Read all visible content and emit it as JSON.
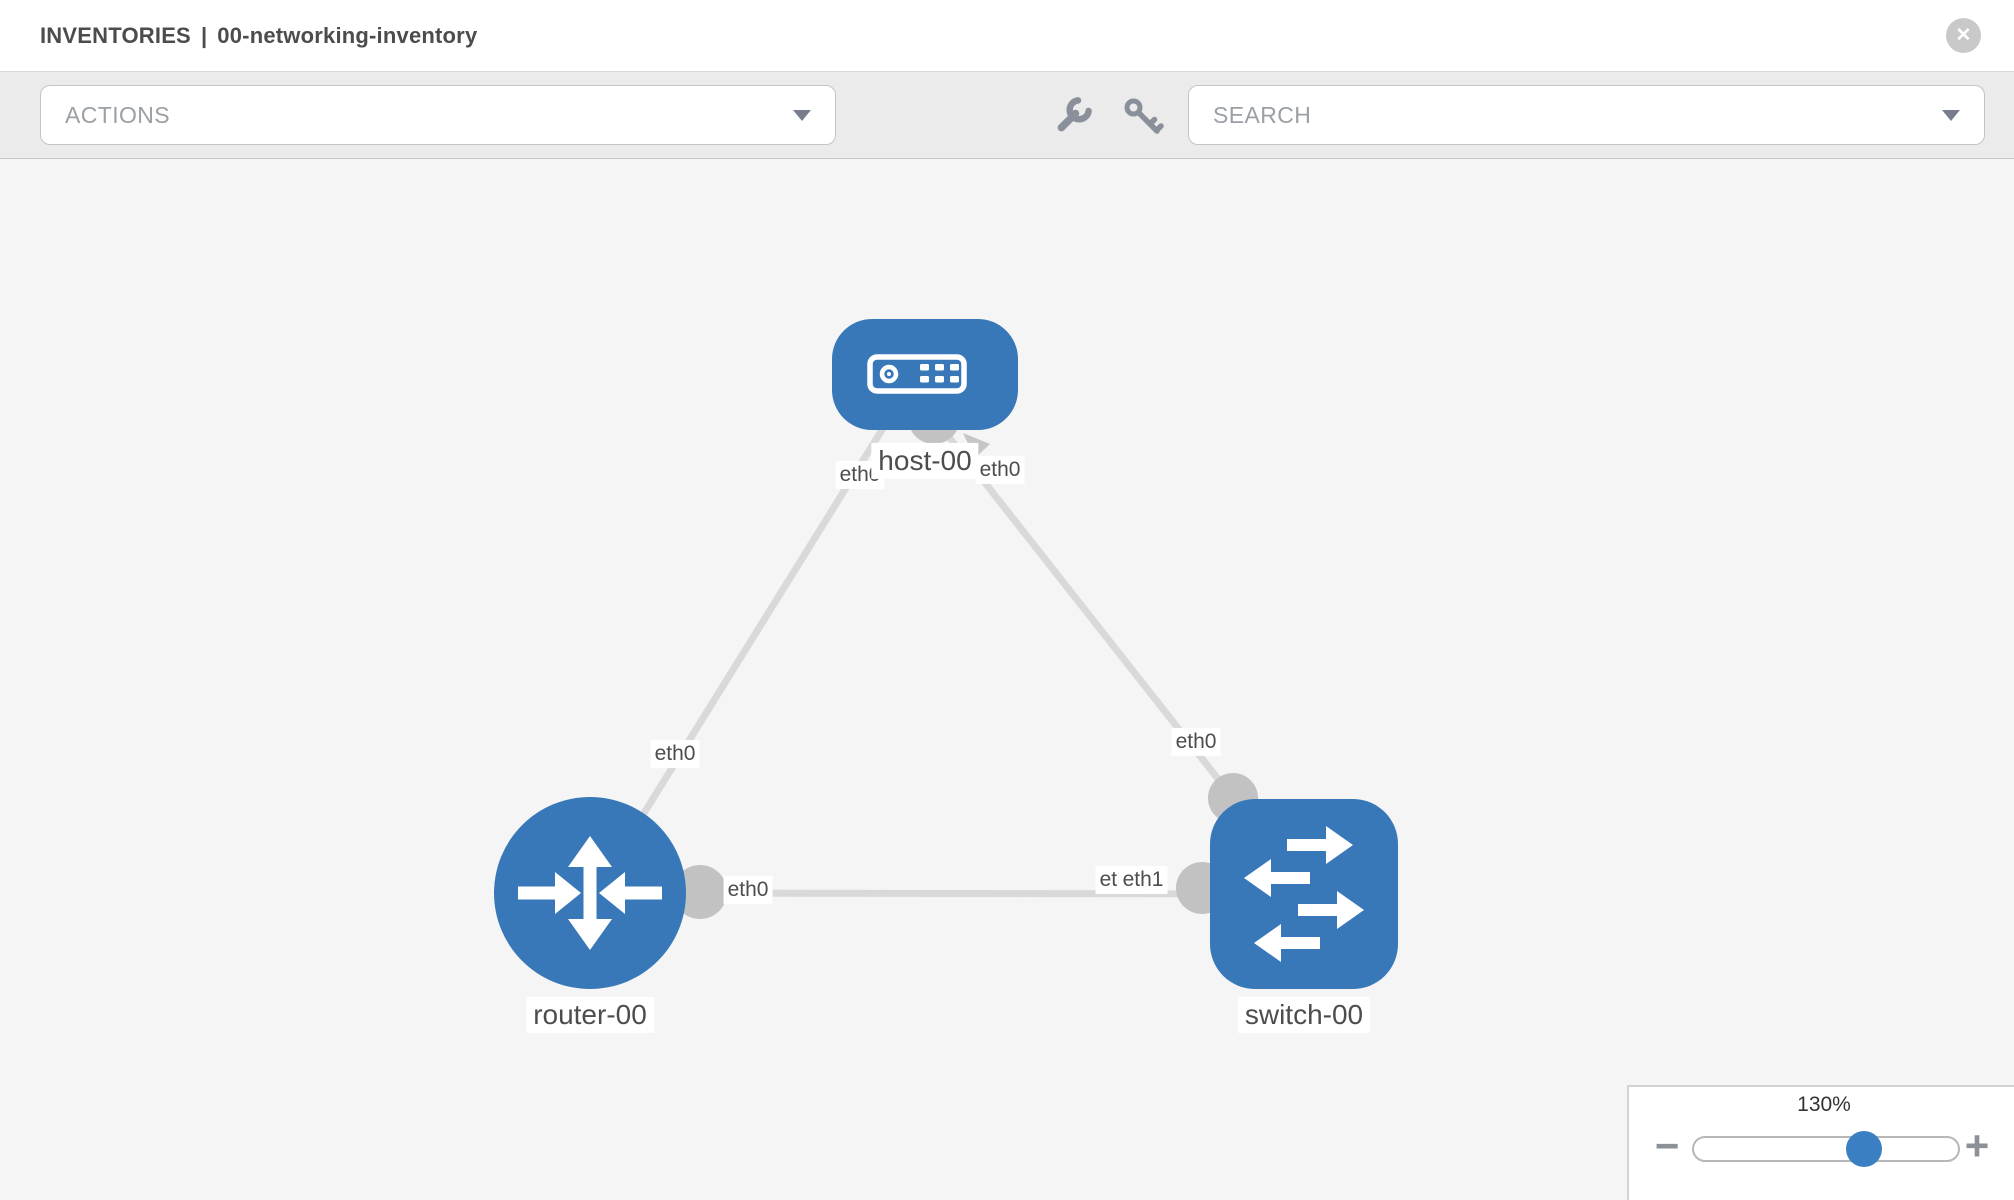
{
  "header": {
    "section": "INVENTORIES",
    "separator": "|",
    "inventory_name": "00-networking-inventory",
    "close_glyph": "✕"
  },
  "toolbar": {
    "actions_label": "ACTIONS",
    "search_label": "SEARCH"
  },
  "icons": {
    "toolbar_left": "wrench-icon",
    "toolbar_right": "key-icon",
    "dropdowns": "chevron-down-icon",
    "close": "close-icon",
    "zoom_out": "minus-icon",
    "zoom_in": "plus-icon"
  },
  "colors": {
    "node_blue": "#3878b8",
    "slider_handle_blue": "#3a7fc1",
    "link_gray": "#d9d9d9",
    "endpoint_gray": "#c2c2c2",
    "toolbar_bg": "#ebebeb",
    "canvas_bg": "#f5f5f5",
    "label_text": "#4d4d4d"
  },
  "diagram": {
    "nodes": [
      {
        "id": "host-00",
        "label": "host-00",
        "type": "host",
        "shape": "rounded-rect"
      },
      {
        "id": "router-00",
        "label": "router-00",
        "type": "router",
        "shape": "circle"
      },
      {
        "id": "switch-00",
        "label": "switch-00",
        "type": "switch",
        "shape": "rounded-square"
      }
    ],
    "links": [
      {
        "from": "host-00",
        "to": "router-00",
        "from_interface": "eth0",
        "to_interface": "eth0"
      },
      {
        "from": "host-00",
        "to": "switch-00",
        "from_interface": "eth0",
        "to_interface": "eth0"
      },
      {
        "from": "router-00",
        "to": "switch-00",
        "from_interface": "eth0",
        "to_interface": "eth1"
      }
    ],
    "labels": {
      "host_iface_left": "eth0",
      "host_iface_right": "eth0",
      "router_iface_up": "eth0",
      "switch_iface_up": "eth0",
      "router_iface_right": "eth0",
      "switch_iface_left_under": "eth0",
      "switch_iface_left_over": "eth1"
    }
  },
  "zoom_control": {
    "value": "130%",
    "percent": 64.5,
    "minus_glyph": "−",
    "plus_glyph": "+"
  }
}
